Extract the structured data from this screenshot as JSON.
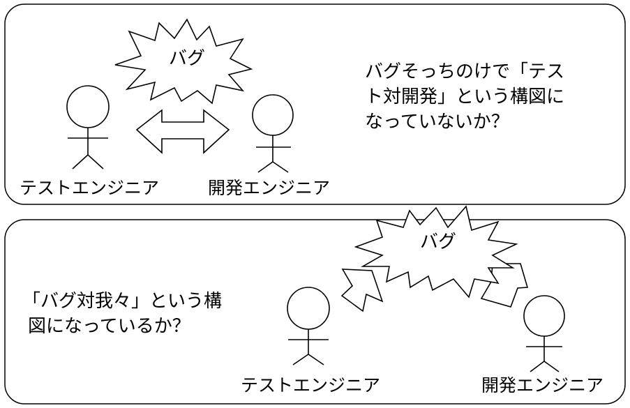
{
  "top_panel": {
    "burst_label": "バグ",
    "text_lines": [
      "バグそっちのけで「テス",
      "ト対開発」という構図に",
      "なっていないか？"
    ],
    "left_person_label": "テストエンジニア",
    "right_person_label": "開発エンジニア"
  },
  "bottom_panel": {
    "burst_label": "バグ",
    "text_lines": [
      "「バグ対我々」という構",
      "図になっているか？"
    ],
    "left_person_label": "テストエンジニア",
    "right_person_label": "開発エンジニア"
  }
}
